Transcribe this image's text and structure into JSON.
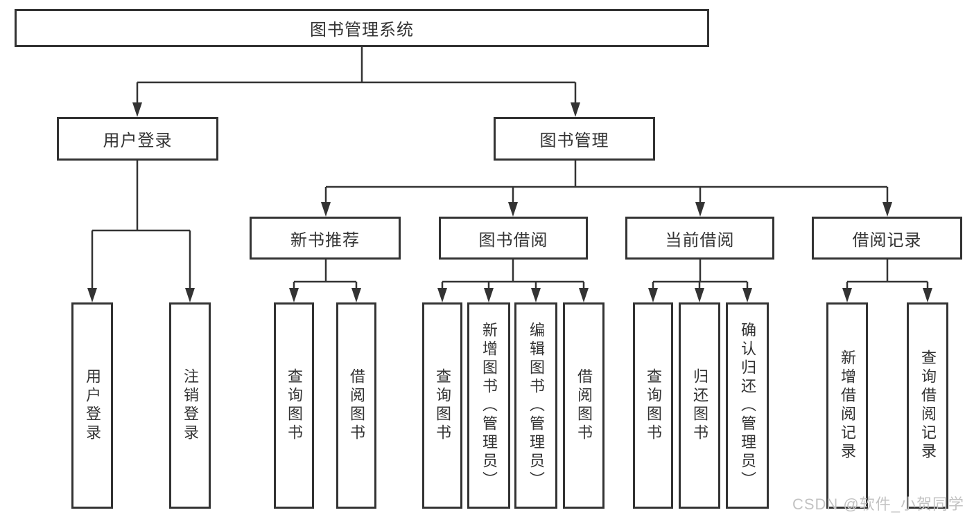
{
  "diagram": {
    "root": {
      "label": "图书管理系统"
    },
    "level2": [
      {
        "label": "用户登录"
      },
      {
        "label": "图书管理"
      }
    ],
    "level3": [
      {
        "label": "新书推荐",
        "parent": "图书管理"
      },
      {
        "label": "图书借阅",
        "parent": "图书管理"
      },
      {
        "label": "当前借阅",
        "parent": "图书管理"
      },
      {
        "label": "借阅记录",
        "parent": "图书管理"
      }
    ],
    "leaves": [
      {
        "label": "用户登录",
        "parent": "用户登录"
      },
      {
        "label": "注销登录",
        "parent": "用户登录"
      },
      {
        "label": "查询图书",
        "parent": "新书推荐"
      },
      {
        "label": "借阅图书",
        "parent": "新书推荐"
      },
      {
        "label": "查询图书",
        "parent": "图书借阅"
      },
      {
        "label": "新增图书（管理员）",
        "parent": "图书借阅"
      },
      {
        "label": "编辑图书（管理员）",
        "parent": "图书借阅"
      },
      {
        "label": "借阅图书",
        "parent": "图书借阅"
      },
      {
        "label": "查询图书",
        "parent": "当前借阅"
      },
      {
        "label": "归还图书",
        "parent": "当前借阅"
      },
      {
        "label": "确认归还（管理员）",
        "parent": "当前借阅"
      },
      {
        "label": "新增借阅记录",
        "parent": "借阅记录"
      },
      {
        "label": "查询借阅记录",
        "parent": "借阅记录"
      }
    ]
  },
  "watermark": {
    "text": "CSDN @软件_小贺同学",
    "color": "#c3c3c3"
  },
  "colors": {
    "line": "#333333",
    "box_border": "#333333",
    "box_fill": "#ffffff",
    "text": "#333333",
    "background": "#ffffff"
  }
}
